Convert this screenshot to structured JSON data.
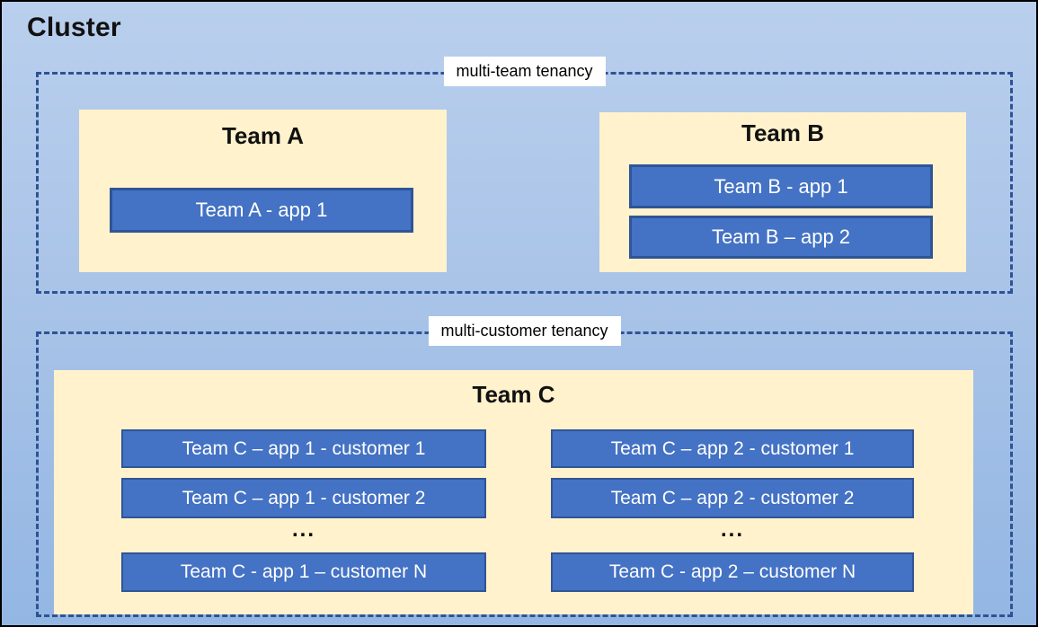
{
  "title": "Cluster",
  "colors": {
    "background_top": "#b9cfed",
    "background_bottom": "#93b6e3",
    "outer_border": "#000000",
    "dashed_border": "#2e5395",
    "team_fill": "#fff2cc",
    "app_fill": "#4472c4",
    "app_border": "#2f5597",
    "app_text": "#ffffff",
    "label_background": "#ffffff"
  },
  "multi_team": {
    "label": "multi-team tenancy",
    "team_a": {
      "title": "Team A",
      "apps": [
        "Team A - app 1"
      ]
    },
    "team_b": {
      "title": "Team B",
      "apps": [
        "Team B - app 1",
        "Team B – app 2"
      ]
    }
  },
  "multi_customer": {
    "label": "multi-customer tenancy",
    "team_c": {
      "title": "Team C",
      "col1": {
        "rows": [
          "Team C – app 1 - customer 1",
          "Team C – app 1 - customer 2"
        ],
        "ellipsis": "...",
        "last": "Team C - app 1 – customer N"
      },
      "col2": {
        "rows": [
          "Team C – app 2 - customer 1",
          "Team C – app 2 - customer 2"
        ],
        "ellipsis": "...",
        "last": "Team C - app 2 – customer N"
      }
    }
  }
}
